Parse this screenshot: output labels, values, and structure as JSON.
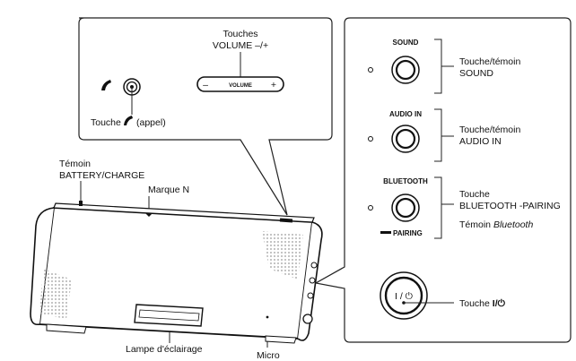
{
  "callout_top": {
    "volume_heading_line1": "Touches",
    "volume_heading_line2": "VOLUME –/+",
    "volume_key_minus": "–",
    "volume_key_text": "VOLUME",
    "volume_key_plus": "+",
    "call_label_prefix": "Touche",
    "call_label_suffix": "(appel)"
  },
  "speaker_labels": {
    "battery_line1": "Témoin",
    "battery_line2": "BATTERY/CHARGE",
    "mark_n": "Marque N",
    "lamp": "Lampe d'éclairage",
    "micro": "Micro"
  },
  "callout_right": {
    "sound_key": "SOUND",
    "sound_line1": "Touche/témoin",
    "sound_line2": "SOUND",
    "audio_key": "AUDIO IN",
    "audio_line1": "Touche/témoin",
    "audio_line2": "AUDIO IN",
    "bt_key": "BLUETOOTH",
    "bt_sub": "PAIRING",
    "bt_line1": "Touche",
    "bt_line2": "BLUETOOTH -PAIRING",
    "bt_line3_prefix": "Témoin",
    "bt_line3_italic": "Bluetooth",
    "power_symbol": "I / ⏻",
    "power_label_prefix": "Touche",
    "power_label_symbol": "I/⏻"
  }
}
